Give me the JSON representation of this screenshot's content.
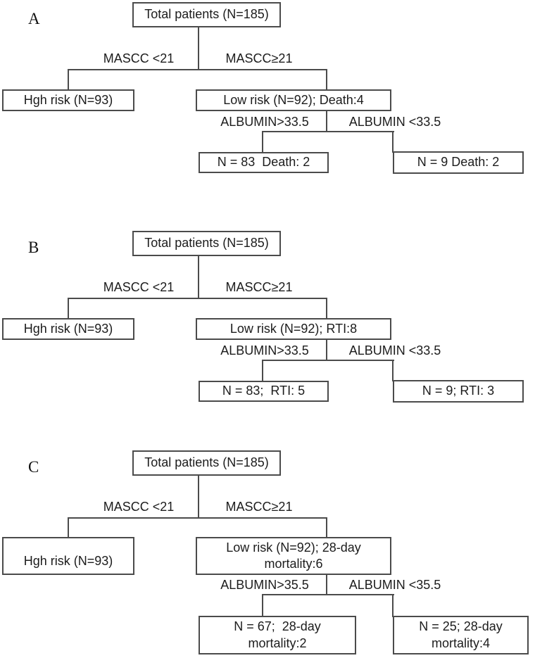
{
  "panels": [
    {
      "label": "A",
      "root": "Total patients (N=185)",
      "branch_left_label": "MASCC <21",
      "branch_right_label": "MASCC≥21",
      "left_node": "Hgh risk (N=93)",
      "right_node": "Low risk (N=92); Death:4",
      "sub_left_label": "ALBUMIN>33.5",
      "sub_right_label": "ALBUMIN <33.5",
      "leaf_left": "N = 83  Death: 2",
      "leaf_right": "N = 9 Death: 2"
    },
    {
      "label": "B",
      "root": "Total patients (N=185)",
      "branch_left_label": "MASCC <21",
      "branch_right_label": "MASCC≥21",
      "left_node": "Hgh risk (N=93)",
      "right_node": "Low risk (N=92); RTI:8",
      "sub_left_label": "ALBUMIN>33.5",
      "sub_right_label": "ALBUMIN <33.5",
      "leaf_left": "N = 83;  RTI: 5",
      "leaf_right": "N = 9; RTI: 3"
    },
    {
      "label": "C",
      "root": "Total patients (N=185)",
      "branch_left_label": "MASCC <21",
      "branch_right_label": "MASCC≥21",
      "left_node": "Hgh risk (N=93)",
      "right_node": "Low risk (N=92); 28-day\nmortality:6",
      "sub_left_label": "ALBUMIN>35.5",
      "sub_right_label": "ALBUMIN <35.5",
      "leaf_left": "N = 67;  28-day\nmortality:2",
      "leaf_right": "N = 25; 28-day\nmortality:4"
    }
  ]
}
